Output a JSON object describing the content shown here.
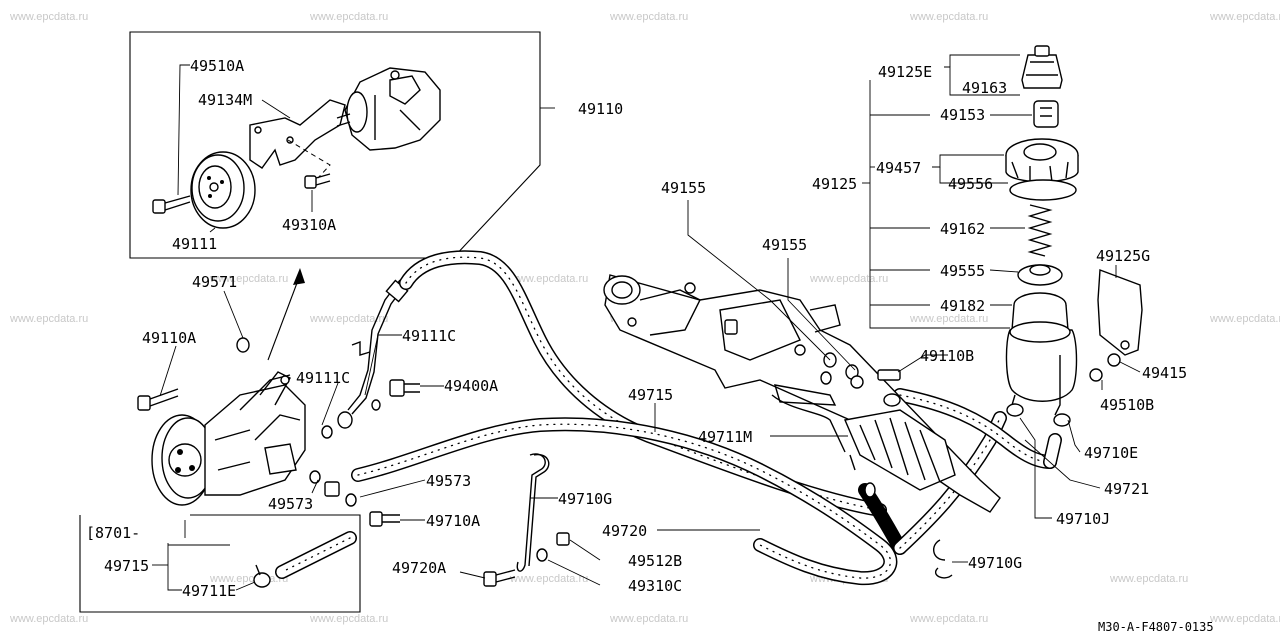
{
  "watermark": "www.epcdata.ru",
  "reference_code": "M30-A-F4807-0135",
  "labels": {
    "p49510A_inset": "49510A",
    "p49134M": "49134M",
    "p49110": "49110",
    "p49111": "49111",
    "p49310A": "49310A",
    "p49571": "49571",
    "p49110A": "49110A",
    "p49111C_a": "49111C",
    "p49111C_b": "49111C",
    "p49400A": "49400A",
    "p49573_a": "49573",
    "p49573_b": "49573",
    "p49710A": "49710A",
    "p8701": "[8701-",
    "p49715_left": "49715",
    "p49711E": "49711E",
    "p49720A": "49720A",
    "p49710G_a": "49710G",
    "p49512B": "49512B",
    "p49310C": "49310C",
    "p49720": "49720",
    "p49715_mid": "49715",
    "p49711M": "49711M",
    "p49155_a": "49155",
    "p49155_b": "49155",
    "p49125E": "49125E",
    "p49163": "49163",
    "p49153": "49153",
    "p49125": "49125",
    "p49457": "49457",
    "p49556": "49556",
    "p49162": "49162",
    "p49555": "49555",
    "p49182": "49182",
    "p49125G": "49125G",
    "p49110B": "49110B",
    "p49415": "49415",
    "p49510B": "49510B",
    "p49710E": "49710E",
    "p49721": "49721",
    "p49710J": "49710J",
    "p49710G_b": "49710G"
  }
}
